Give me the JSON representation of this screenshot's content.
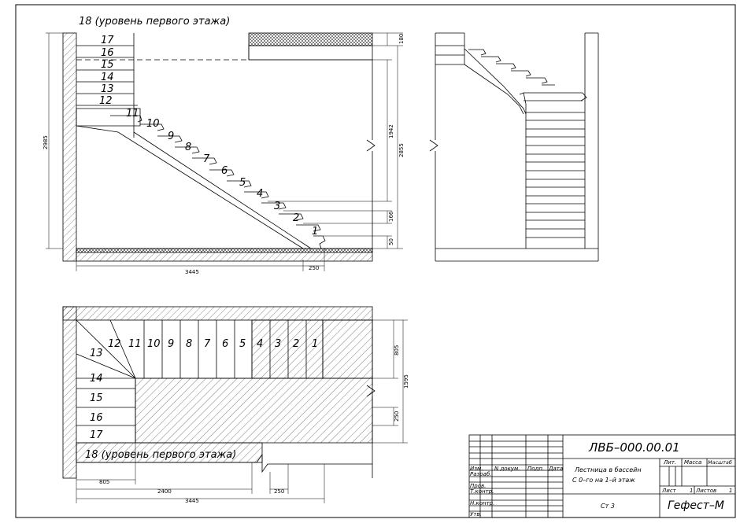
{
  "title_top": "18 (уровень первого этажа)",
  "title_plan": "18 (уровень первого этажа)",
  "section": {
    "landing_steps": [
      "17",
      "16",
      "15",
      "14",
      "13",
      "12"
    ],
    "flight_steps": [
      "11",
      "10",
      "9",
      "8",
      "7",
      "6",
      "5",
      "4",
      "3",
      "2",
      "1"
    ],
    "dims_bottom": [
      "3445",
      "250"
    ],
    "dims_left": [
      "2985"
    ],
    "dims_right": [
      "180",
      "1942",
      "2855",
      "166",
      "50"
    ]
  },
  "plan": {
    "top_steps": [
      "12",
      "11",
      "10",
      "9",
      "8",
      "7",
      "6",
      "5",
      "4",
      "3",
      "2",
      "1"
    ],
    "winder_steps": [
      "13",
      "14"
    ],
    "left_steps": [
      "15",
      "16",
      "17"
    ],
    "dims_bottom": [
      "805",
      "2400",
      "3445",
      "250"
    ],
    "dims_right": [
      "805",
      "1595",
      "250"
    ]
  },
  "title_block": {
    "code": "ЛВБ–000.00.01",
    "name_line1": "Лестница в бассейн",
    "name_line2": "С 0–го на 1–й этаж",
    "sheet_label": "Ст 3",
    "company": "Гефест–М",
    "col_izm": "Изм.",
    "col_ndoc": "N докум.",
    "col_podp": "Подп.",
    "col_data": "Дата",
    "row_razrab": "Разраб.",
    "row_prov": "Пров.",
    "row_tkontr": "Т.контр.",
    "row_nkontr": "Н.контр.",
    "row_utv": "Утв.",
    "lit": "Лит.",
    "massa": "Масса",
    "masshtab": "Масштаб",
    "list": "Лист",
    "list_num": "1",
    "listov": "Листов",
    "listov_num": "1"
  }
}
